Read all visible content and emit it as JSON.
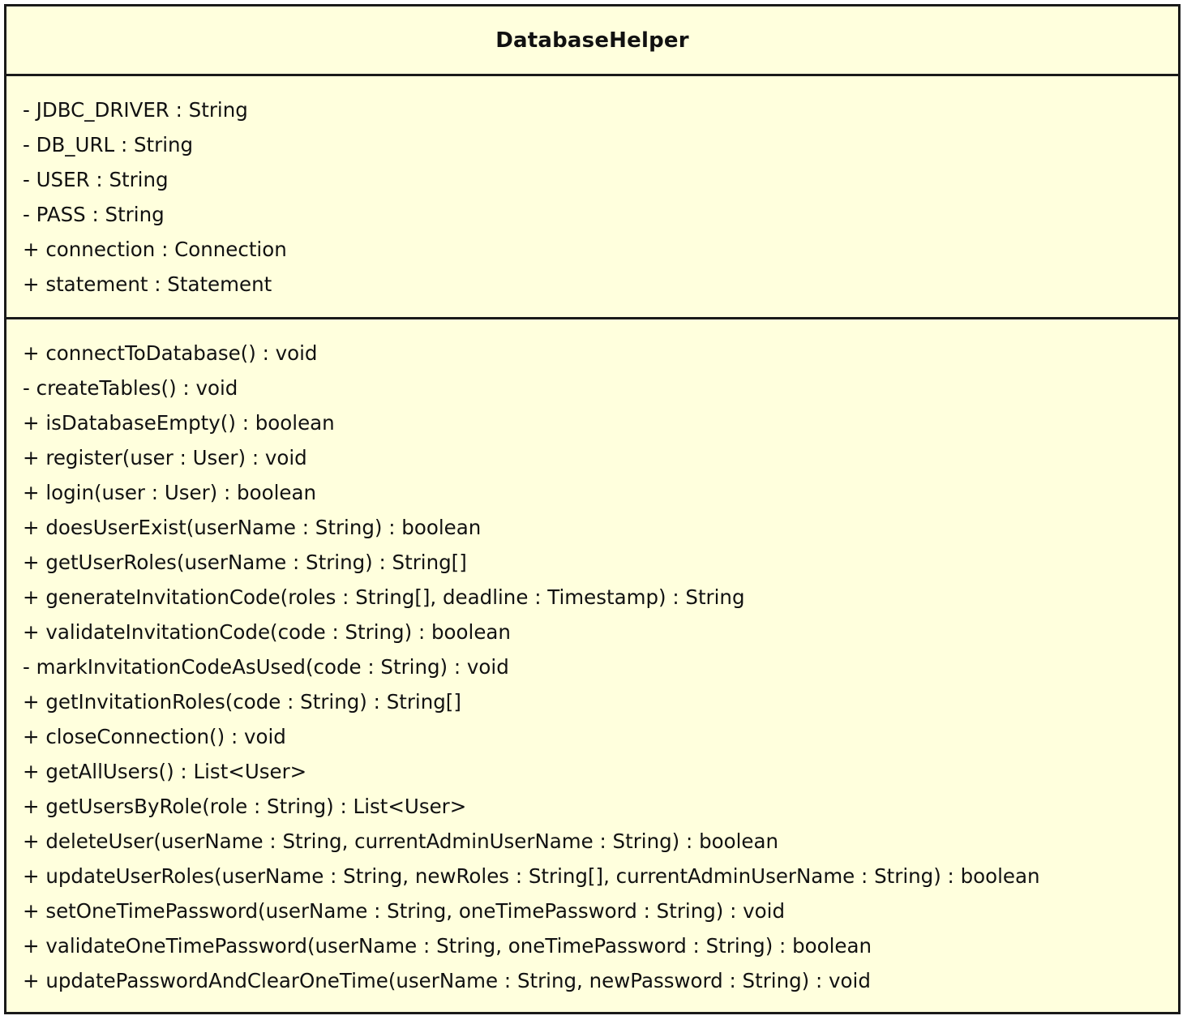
{
  "class": {
    "name": "DatabaseHelper",
    "attributes": [
      "- JDBC_DRIVER : String",
      "- DB_URL : String",
      "- USER : String",
      "- PASS : String",
      "+ connection : Connection",
      "+ statement : Statement"
    ],
    "methods": [
      "+ connectToDatabase() : void",
      "- createTables() : void",
      "+ isDatabaseEmpty() : boolean",
      "+ register(user : User) : void",
      "+ login(user : User) : boolean",
      "+ doesUserExist(userName : String) : boolean",
      "+ getUserRoles(userName : String) : String[]",
      "+ generateInvitationCode(roles : String[], deadline : Timestamp) : String",
      "+ validateInvitationCode(code : String) : boolean",
      "- markInvitationCodeAsUsed(code : String) : void",
      "+ getInvitationRoles(code : String) : String[]",
      "+ closeConnection() : void",
      "+ getAllUsers() : List<User>",
      "+ getUsersByRole(role : String) : List<User>",
      "+ deleteUser(userName : String, currentAdminUserName : String) : boolean",
      "+ updateUserRoles(userName : String, newRoles : String[], currentAdminUserName : String) : boolean",
      "+ setOneTimePassword(userName : String, oneTimePassword : String) : void",
      "+ validateOneTimePassword(userName : String, oneTimePassword : String) : boolean",
      "+ updatePasswordAndClearOneTime(userName : String, newPassword : String) : void"
    ]
  },
  "colors": {
    "fill": "#ffffdd",
    "border": "#1a1a1a",
    "text": "#111111"
  }
}
